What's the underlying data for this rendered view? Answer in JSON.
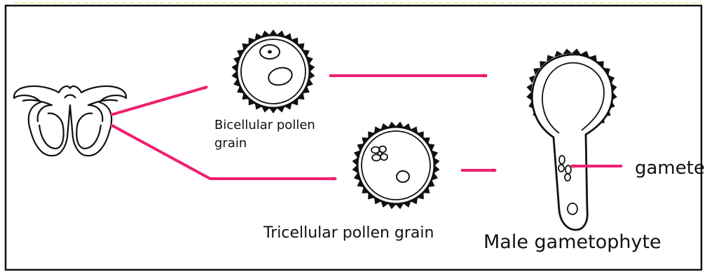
{
  "labels": {
    "bicellular": "Bicellular pollen grain",
    "tricellular": "Tricellular pollen  grain",
    "male_gametophyte": "Male gametophyte",
    "gamete": "gamete"
  },
  "colors": {
    "arrow": "#ee1f6e",
    "outline": "#111111",
    "border": "#111111",
    "top_dash": "#f3eda0"
  },
  "icons": {
    "anther": "anther-cross-section-icon",
    "bicellular": "bicellular-pollen-grain-icon",
    "tricellular": "tricellular-pollen-grain-icon",
    "gametophyte": "male-gametophyte-icon"
  }
}
